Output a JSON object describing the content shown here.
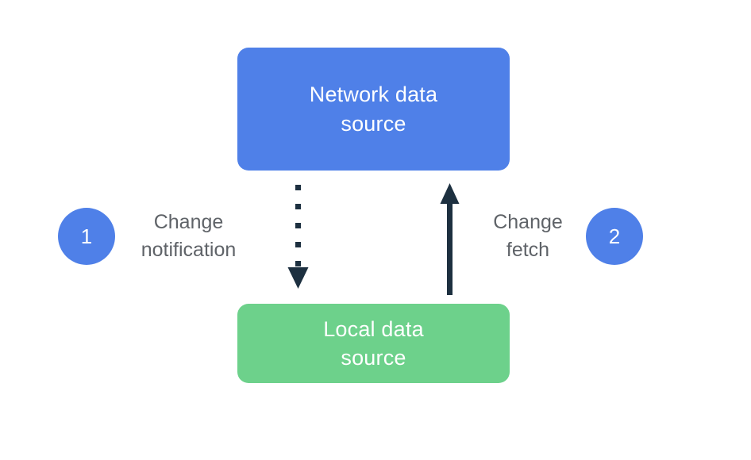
{
  "diagram": {
    "background_color": "#ffffff",
    "nodes": [
      {
        "id": "network-data-source",
        "label": "Network data\nsource",
        "line1": "Network data",
        "line2": "source",
        "color": "#4f80e8",
        "text_color": "#ffffff"
      },
      {
        "id": "local-data-source",
        "label": "Local data\nsource",
        "line1": "Local data",
        "line2": "source",
        "color": "#6dd18b",
        "text_color": "#ffffff"
      }
    ],
    "badges": [
      {
        "id": "step-1",
        "number": "1",
        "color": "#4f80e8",
        "text_color": "#ffffff"
      },
      {
        "id": "step-2",
        "number": "2",
        "color": "#4f80e8",
        "text_color": "#ffffff"
      }
    ],
    "edges": [
      {
        "id": "change-notification",
        "label_line1": "Change",
        "label_line2": "notification",
        "style": "dotted",
        "direction": "down",
        "from": "network-data-source",
        "to": "local-data-source",
        "color": "#1d3040",
        "label_color": "#5f6368"
      },
      {
        "id": "change-fetch",
        "label_line1": "Change",
        "label_line2": "fetch",
        "style": "solid",
        "direction": "up",
        "from": "local-data-source",
        "to": "network-data-source",
        "color": "#1d3040",
        "label_color": "#5f6368"
      }
    ]
  }
}
